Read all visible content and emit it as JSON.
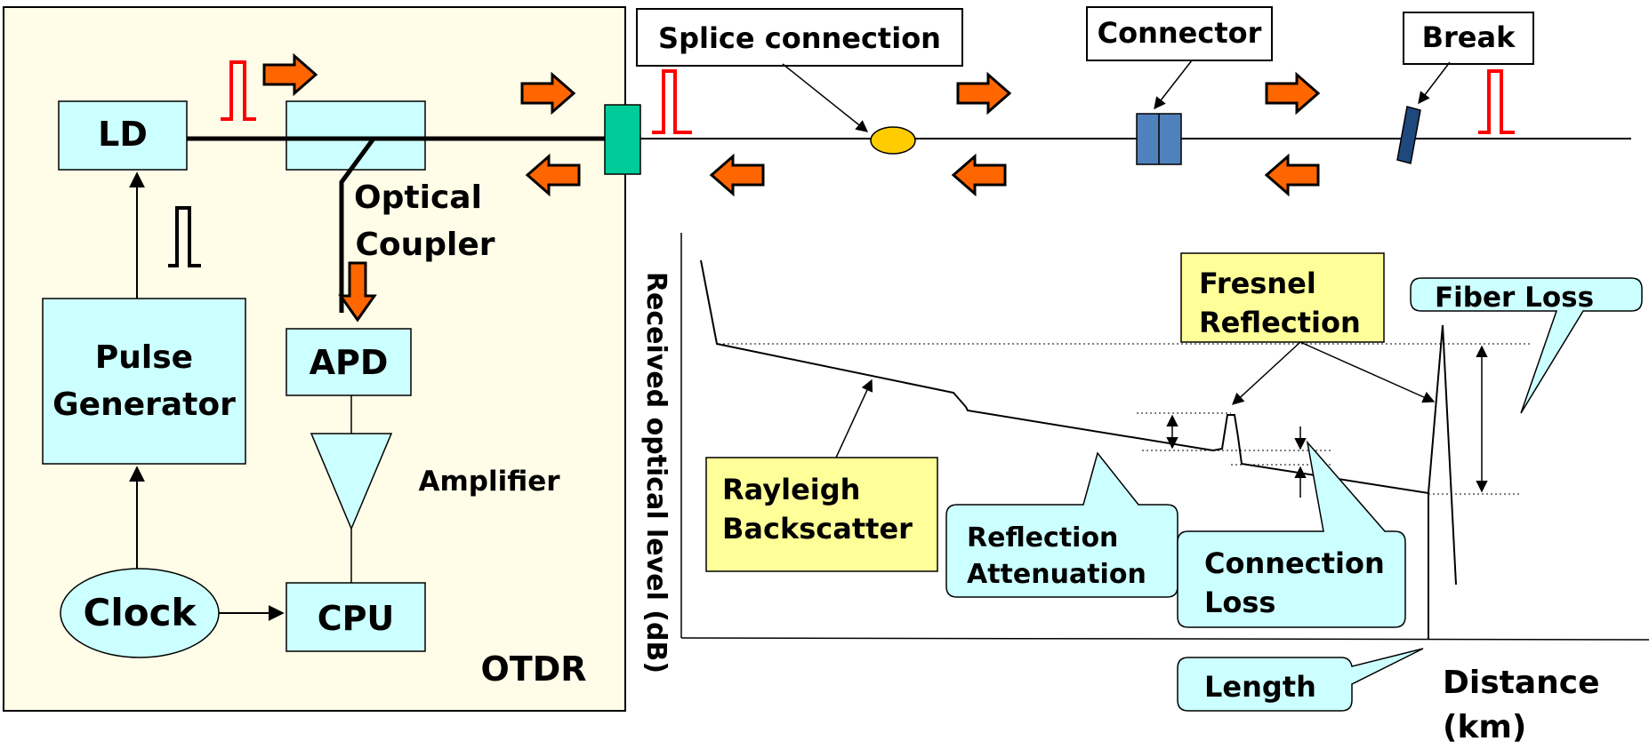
{
  "otdr": {
    "title": "OTDR",
    "ld": "LD",
    "pulse_generator": [
      "Pulse",
      "Generator"
    ],
    "clock": "Clock",
    "optical_coupler": [
      "Optical",
      "Coupler"
    ],
    "apd": "APD",
    "amplifier": "Amplifier",
    "cpu": "CPU"
  },
  "fiber": {
    "splice_connection": "Splice connection",
    "connector": "Connector",
    "break": "Break"
  },
  "trace": {
    "y_axis_label": "Received optical level (dB)",
    "x_axis_label": [
      "Distance",
      "(km)"
    ],
    "rayleigh_backscatter": [
      "Rayleigh",
      "Backscatter"
    ],
    "fresnel_reflection": [
      "Fresnel",
      "Reflection"
    ],
    "fiber_loss": "Fiber Loss",
    "reflection_attenuation": [
      "Reflection",
      "Attenuation"
    ],
    "connection_loss": [
      "Connection",
      "Loss"
    ],
    "length": "Length"
  },
  "colors": {
    "otdr_panel": "#fffde8",
    "component_fill": "#ccffff",
    "note_yellow": "#ffff99",
    "arrow_fill": "#ff6600",
    "pulse": "#ff0000",
    "fiber_port": "#00cc99",
    "splice": "#ffcc00",
    "connector": "#4f81bd",
    "break": "#1f497d"
  }
}
